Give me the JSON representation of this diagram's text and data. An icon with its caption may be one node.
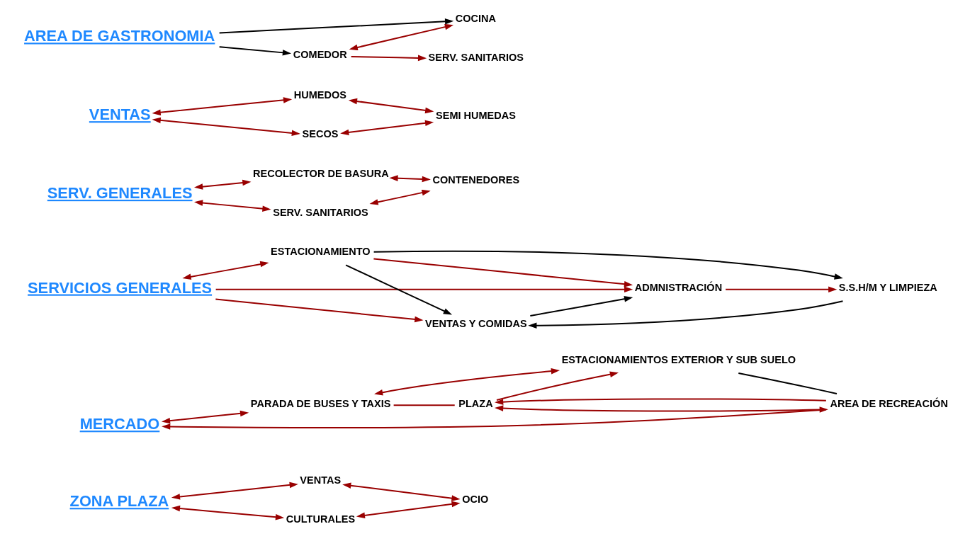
{
  "diagram": {
    "nodes": [
      {
        "text": [
          "ZONA PLAZA"
        ]
      },
      {
        "text": [
          "VENTAS"
        ]
      },
      {
        "text": [
          "CULTURALES"
        ]
      },
      {
        "text": [
          "OCIO"
        ]
      },
      {
        "text": [
          "MERCADO"
        ]
      },
      {
        "text": [
          "PARADA DE BUSES Y TAXIS"
        ]
      },
      {
        "text": [
          "PLAZA"
        ]
      },
      {
        "text": [
          "ESTACIONAMIENTOS EXTERIOR Y SUB SUELO"
        ]
      },
      {
        "text": [
          "AREA DE RECREACIÓN"
        ]
      },
      {
        "text": [
          "SERVICIOS GENERALES"
        ]
      },
      {
        "text": [
          "ESTACIONAMIENTO"
        ]
      },
      {
        "text": [
          "VENTAS Y COMIDAS"
        ]
      },
      {
        "text": [
          "S.S.H/M Y LIMPIEZA"
        ]
      },
      {
        "text": [
          "ADMNISTRACIÓN"
        ]
      },
      {
        "text": [
          "SERV. GENERALES"
        ]
      },
      {
        "text": [
          "RECOLECTOR DE BASURA"
        ]
      },
      {
        "text": [
          "SERV. SANITARIOS"
        ]
      },
      {
        "text": [
          "CONTENEDORES"
        ]
      },
      {
        "text": [
          "VENTAS"
        ]
      },
      {
        "text": [
          "HUMEDOS"
        ]
      },
      {
        "text": [
          "SECOS"
        ]
      },
      {
        "text": [
          "SEMI HUMEDAS"
        ]
      },
      {
        "text": [
          "COMEDOR"
        ]
      },
      {
        "text": [
          "AREA DE GASTRONOMIA"
        ]
      },
      {
        "text": [
          "COCINA"
        ]
      },
      {
        "text": [
          "SERV. SANITARIOS"
        ]
      }
    ],
    "edges": [
      {
        "from": 0,
        "to": 1,
        "arrow": "both"
      },
      {
        "from": 0,
        "to": 2,
        "arrow": "both"
      },
      {
        "from": 1,
        "to": 3,
        "arrow": "both"
      },
      {
        "from": 2,
        "to": 3,
        "arrow": "both"
      },
      {
        "from": 4,
        "to": 5,
        "arrow": "both"
      },
      {
        "from": 5,
        "to": 6,
        "arrow": "none"
      },
      {
        "from": 5,
        "to": 7,
        "arrow": "both"
      },
      {
        "from": 8,
        "to": 4,
        "arrow": "to"
      },
      {
        "from": 8,
        "to": 6,
        "arrow": "to"
      },
      {
        "from": 6,
        "to": 7,
        "arrow": "to"
      },
      {
        "from": 6,
        "to": 8,
        "arrow": "both"
      },
      {
        "from": 7,
        "to": 8,
        "arrow": "none",
        "color": "#000000"
      },
      {
        "from": 9,
        "to": 10,
        "arrow": "both"
      },
      {
        "from": 9,
        "to": 11,
        "arrow": "to"
      },
      {
        "from": 10,
        "to": 11,
        "arrow": "to",
        "color": "#000000"
      },
      {
        "from": 10,
        "to": 12,
        "arrow": "to",
        "color": "#000000"
      },
      {
        "from": 12,
        "to": 11,
        "arrow": "to",
        "color": "#000000"
      },
      {
        "from": 11,
        "to": 13,
        "arrow": "to",
        "color": "#000000"
      },
      {
        "from": 9,
        "to": 13,
        "arrow": "to"
      },
      {
        "from": 13,
        "to": 12,
        "arrow": "to"
      },
      {
        "from": 10,
        "to": 13,
        "arrow": "to"
      },
      {
        "from": 14,
        "to": 15,
        "arrow": "both"
      },
      {
        "from": 14,
        "to": 16,
        "arrow": "both"
      },
      {
        "from": 15,
        "to": 17,
        "arrow": "both"
      },
      {
        "from": 16,
        "to": 17,
        "arrow": "both"
      },
      {
        "from": 18,
        "to": 19,
        "arrow": "both"
      },
      {
        "from": 18,
        "to": 20,
        "arrow": "both"
      },
      {
        "from": 19,
        "to": 21,
        "arrow": "both"
      },
      {
        "from": 20,
        "to": 21,
        "arrow": "both"
      },
      {
        "from": 23,
        "to": 22,
        "arrow": "to",
        "color": "#000000"
      },
      {
        "from": 23,
        "to": 24,
        "arrow": "to",
        "color": "#000000"
      },
      {
        "from": 22,
        "to": 24,
        "arrow": "both"
      },
      {
        "from": 22,
        "to": 25,
        "arrow": "to"
      }
    ]
  }
}
